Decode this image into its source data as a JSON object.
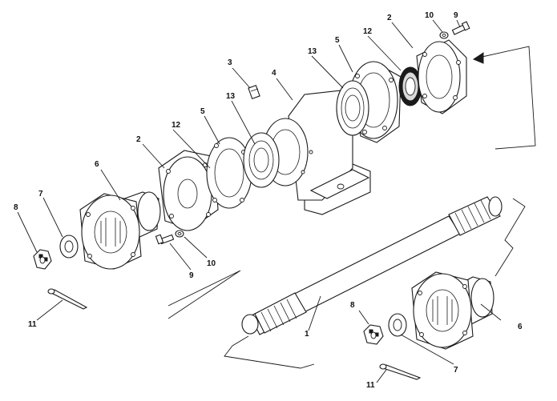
{
  "callouts": {
    "p1": "1",
    "p2a": "2",
    "p2b": "2",
    "p3": "3",
    "p4": "4",
    "p5a": "5",
    "p5b": "5",
    "p6a": "6",
    "p6b": "6",
    "p7a": "7",
    "p7b": "7",
    "p8a": "8",
    "p8b": "8",
    "p9a": "9",
    "p9b": "9",
    "p10a": "10",
    "p10b": "10",
    "p11a": "11",
    "p11b": "11",
    "p12a": "12",
    "p12b": "12",
    "p13a": "13",
    "p13b": "13"
  }
}
